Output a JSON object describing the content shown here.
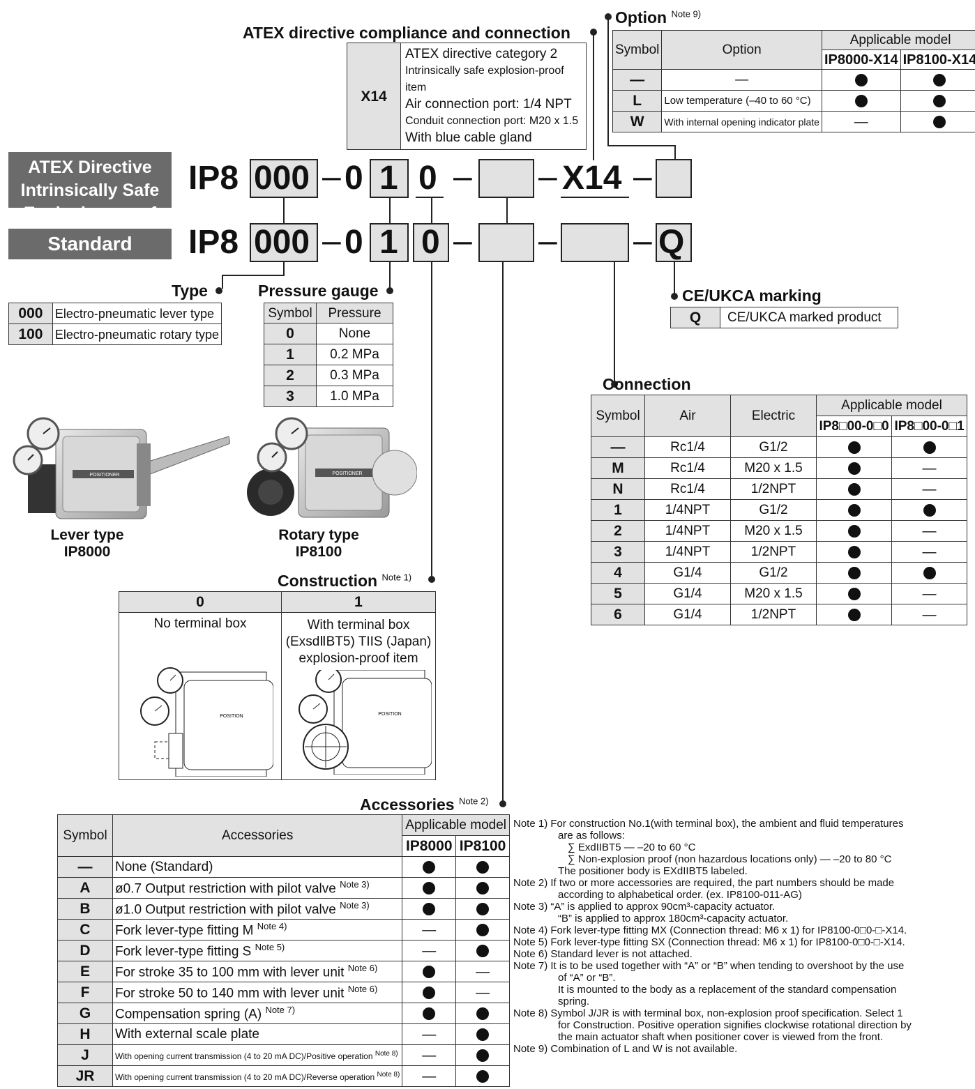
{
  "atex_banner": "ATEX Directive Intrinsically Safe Explosion proof",
  "standard_banner": "Standard",
  "atex_part": [
    "IP8",
    "000",
    "–",
    "0",
    "1",
    "0",
    "–",
    "",
    "–",
    "X14",
    "–",
    ""
  ],
  "std_part": [
    "IP8",
    "000",
    "–",
    "0",
    "1",
    "0",
    "–",
    "",
    "–",
    "",
    "–",
    "Q"
  ],
  "atex_box": {
    "heading": "ATEX directive compliance and connection",
    "symbol": "X14",
    "lines": [
      "ATEX directive category 2",
      "Intrinsically safe explosion-proof item",
      "Air connection port: 1/4 NPT",
      "Conduit connection port: M20 x 1.5",
      "With blue cable gland"
    ]
  },
  "option": {
    "heading": "Option",
    "note": "Note 9)",
    "col_symbol": "Symbol",
    "col_option": "Option",
    "col_applicable": "Applicable model",
    "col_m1": "IP8000-X14",
    "col_m2": "IP8100-X14",
    "rows": [
      {
        "symbol": "—",
        "option": "—",
        "m1": "dot",
        "m2": "dot"
      },
      {
        "symbol": "L",
        "option": "Low temperature (–40 to 60 °C)",
        "m1": "dot",
        "m2": "dot"
      },
      {
        "symbol": "W",
        "option": "With internal opening indicator plate",
        "m1": "dash",
        "m2": "dot"
      }
    ]
  },
  "type": {
    "heading": "Type",
    "rows": [
      {
        "symbol": "000",
        "desc": "Electro-pneumatic lever type"
      },
      {
        "symbol": "100",
        "desc": "Electro-pneumatic rotary type"
      }
    ]
  },
  "gauge": {
    "heading": "Pressure gauge",
    "col_symbol": "Symbol",
    "col_pressure": "Pressure",
    "rows": [
      {
        "symbol": "0",
        "pressure": "None"
      },
      {
        "symbol": "1",
        "pressure": "0.2 MPa"
      },
      {
        "symbol": "2",
        "pressure": "0.3 MPa"
      },
      {
        "symbol": "3",
        "pressure": "1.0 MPa"
      }
    ]
  },
  "ce": {
    "heading": "CE/UKCA marking",
    "symbol": "Q",
    "desc": "CE/UKCA marked product"
  },
  "connection": {
    "heading": "Connection",
    "col_symbol": "Symbol",
    "col_air": "Air",
    "col_electric": "Electric",
    "col_applicable": "Applicable model",
    "col_m1": "IP8□00-0□0",
    "col_m2": "IP8□00-0□1",
    "rows": [
      {
        "symbol": "—",
        "air": "Rc1/4",
        "electric": "G1/2",
        "m1": "dot",
        "m2": "dot"
      },
      {
        "symbol": "M",
        "air": "Rc1/4",
        "electric": "M20 x 1.5",
        "m1": "dot",
        "m2": "dash"
      },
      {
        "symbol": "N",
        "air": "Rc1/4",
        "electric": "1/2NPT",
        "m1": "dot",
        "m2": "dash"
      },
      {
        "symbol": "1",
        "air": "1/4NPT",
        "electric": "G1/2",
        "m1": "dot",
        "m2": "dot"
      },
      {
        "symbol": "2",
        "air": "1/4NPT",
        "electric": "M20 x 1.5",
        "m1": "dot",
        "m2": "dash"
      },
      {
        "symbol": "3",
        "air": "1/4NPT",
        "electric": "1/2NPT",
        "m1": "dot",
        "m2": "dash"
      },
      {
        "symbol": "4",
        "air": "G1/4",
        "electric": "G1/2",
        "m1": "dot",
        "m2": "dot"
      },
      {
        "symbol": "5",
        "air": "G1/4",
        "electric": "M20 x 1.5",
        "m1": "dot",
        "m2": "dash"
      },
      {
        "symbol": "6",
        "air": "G1/4",
        "electric": "1/2NPT",
        "m1": "dot",
        "m2": "dash"
      }
    ]
  },
  "products": {
    "lever_name": "Lever type",
    "lever_model": "IP8000",
    "rotary_name": "Rotary type",
    "rotary_model": "IP8100",
    "plate": "POSITIONER"
  },
  "construction": {
    "heading": "Construction",
    "note": "Note 1)",
    "col0": "0",
    "col1": "1",
    "desc0": "No terminal box",
    "desc1_l1": "With terminal box",
    "desc1_l2": "(ExsdⅡBT5) TIIS (Japan)",
    "desc1_l3": "explosion-proof item",
    "plate": "POSITION"
  },
  "accessories": {
    "heading": "Accessories",
    "note": "Note 2)",
    "col_symbol": "Symbol",
    "col_acc": "Accessories",
    "col_applicable": "Applicable model",
    "col_m1": "IP8000",
    "col_m2": "IP8100",
    "rows": [
      {
        "symbol": "—",
        "desc": "None (Standard)",
        "note": "",
        "m1": "dot",
        "m2": "dot",
        "small": false
      },
      {
        "symbol": "A",
        "desc": "ø0.7 Output restriction with pilot valve",
        "note": "Note 3)",
        "m1": "dot",
        "m2": "dot",
        "small": false
      },
      {
        "symbol": "B",
        "desc": "ø1.0 Output restriction with pilot valve",
        "note": "Note 3)",
        "m1": "dot",
        "m2": "dot",
        "small": false
      },
      {
        "symbol": "C",
        "desc": "Fork lever-type fitting M",
        "note": "Note 4)",
        "m1": "dash",
        "m2": "dot",
        "small": false
      },
      {
        "symbol": "D",
        "desc": "Fork lever-type fitting S",
        "note": "Note 5)",
        "m1": "dash",
        "m2": "dot",
        "small": false
      },
      {
        "symbol": "E",
        "desc": "For stroke 35 to 100 mm with lever unit",
        "note": "Note 6)",
        "m1": "dot",
        "m2": "dash",
        "small": false
      },
      {
        "symbol": "F",
        "desc": "For stroke 50 to 140 mm with lever unit",
        "note": "Note 6)",
        "m1": "dot",
        "m2": "dash",
        "small": false
      },
      {
        "symbol": "G",
        "desc": "Compensation spring (A)",
        "note": "Note 7)",
        "m1": "dot",
        "m2": "dot",
        "small": false
      },
      {
        "symbol": "H",
        "desc": "With external scale plate",
        "note": "",
        "m1": "dash",
        "m2": "dot",
        "small": false
      },
      {
        "symbol": "J",
        "desc": "With opening current transmission (4 to 20 mA DC)/Positive operation",
        "note": "Note 8)",
        "m1": "dash",
        "m2": "dot",
        "small": true
      },
      {
        "symbol": "JR",
        "desc": "With opening current transmission (4 to 20 mA DC)/Reverse operation",
        "note": "Note 8)",
        "m1": "dash",
        "m2": "dot",
        "small": true
      }
    ]
  },
  "notes": [
    {
      "label": "Note 1)",
      "lines": [
        "For construction No.1(with terminal box), the ambient and fluid temperatures",
        "are as follows:",
        "∑ ExdIIBT5  —  –20 to 60 °C",
        "∑ Non-explosion proof (non hazardous locations only)  —  –20 to 80 °C",
        "The positioner body is EXdIIBT5 labeled."
      ]
    },
    {
      "label": "Note 2)",
      "lines": [
        "If two or more accessories are required, the part numbers should be made",
        "according to alphabetical order. (ex. IP8100-011-AG)"
      ]
    },
    {
      "label": "Note 3)",
      "lines": [
        "“A” is applied to approx 90cm³-capacity actuator.",
        "“B” is applied to approx 180cm³-capacity actuator."
      ]
    },
    {
      "label": "Note 4)",
      "lines": [
        "Fork lever-type fitting MX (Connection thread: M6 x 1) for IP8100-0□0-□-X14."
      ]
    },
    {
      "label": "Note 5)",
      "lines": [
        "Fork lever-type fitting SX (Connection thread: M6 x 1) for IP8100-0□0-□-X14."
      ]
    },
    {
      "label": "Note 6)",
      "lines": [
        "Standard lever is not attached."
      ]
    },
    {
      "label": "Note 7)",
      "lines": [
        "It is to be used together with “A” or “B” when tending to overshoot by the use",
        "of “A” or “B”.",
        "It is mounted to the body as a replacement of the standard compensation",
        "spring."
      ]
    },
    {
      "label": "Note 8)",
      "lines": [
        "Symbol J/JR is with terminal box, non-explosion proof specification. Select 1",
        "for Construction. Positive operation signifies clockwise rotational direction by",
        "the main actuator shaft when positioner cover is viewed from the front."
      ]
    },
    {
      "label": "Note 9)",
      "lines": [
        "Combination of L and W is not available."
      ]
    }
  ]
}
